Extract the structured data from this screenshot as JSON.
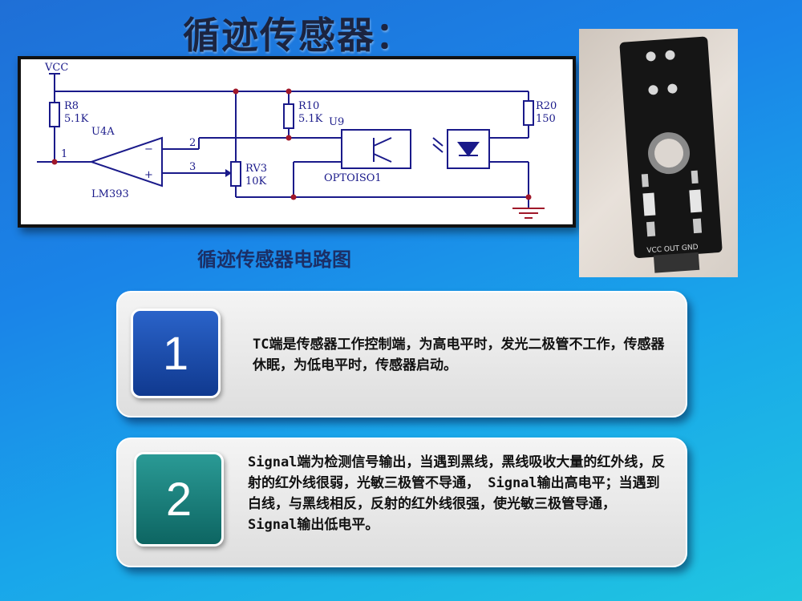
{
  "slide": {
    "title": "循迹传感器：",
    "caption": "循迹传感器电路图"
  },
  "circuit": {
    "labels": {
      "vcc": "VCC",
      "r8_name": "R8",
      "r8_value": "5.1K",
      "u4a": "U4A",
      "lm393": "LM393",
      "pin1": "1",
      "pin2": "2",
      "pin3": "3",
      "minus": "−",
      "plus": "+",
      "r10_name": "R10",
      "r10_value": "5.1K",
      "u9": "U9",
      "rv3_name": "RV3",
      "rv3_value": "10K",
      "opto": "OPTOISO1",
      "r20_name": "R20",
      "r20_value": "150"
    }
  },
  "photo": {
    "pin_labels": "VCC OUT GND"
  },
  "cards": [
    {
      "number": "1",
      "text": "TC端是传感器工作控制端，为高电平时，发光二极管不工作，传感器休眠，为低电平时，传感器启动。"
    },
    {
      "number": "2",
      "text": " Signal端为检测信号输出，当遇到黑线，黑线吸收大量的红外线，反射的红外线很弱，光敏三极管不导通， Signal输出高电平；当遇到白线，与黑线相反，反射的红外线很强，使光敏三极管导通， Signal输出低电平。"
    }
  ],
  "colors": {
    "badge_1": "#1d4fb0",
    "badge_2": "#14807c",
    "wire": "#1a1a8a",
    "junction": "#a0182a",
    "ground": "#a0182a"
  }
}
